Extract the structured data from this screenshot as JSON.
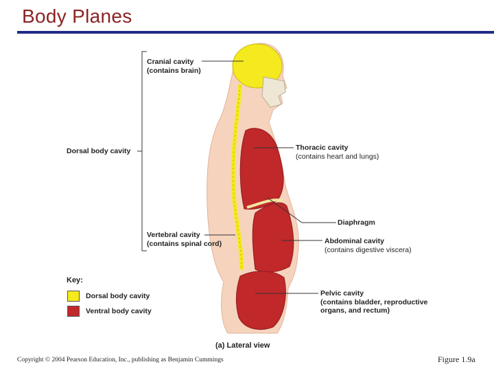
{
  "title": "Body Planes",
  "labels": {
    "cranial": {
      "name": "Cranial cavity",
      "sub": "(contains brain)"
    },
    "dorsal": "Dorsal body cavity",
    "thoracic": {
      "name": "Thoracic cavity",
      "sub": "(contains heart and lungs)"
    },
    "diaphragm": "Diaphragm",
    "vertebral": {
      "name": "Vertebral cavity",
      "sub": "(contains spinal cord)"
    },
    "abdominal": {
      "name": "Abdominal cavity",
      "sub": "(contains digestive viscera)"
    },
    "pelvic": {
      "name": "Pelvic cavity",
      "sub1": "(contains bladder, reproductive",
      "sub2": "organs, and rectum)"
    }
  },
  "key": {
    "title": "Key:",
    "items": [
      {
        "label": "Dorsal body cavity",
        "color": "#f5ea1e"
      },
      {
        "label": "Ventral body cavity",
        "color": "#c0282a"
      }
    ]
  },
  "caption": "(a) Lateral view",
  "copyright": "Copyright © 2004 Pearson Education, Inc., publishing as Benjamin Cummings",
  "figure": "Figure 1.9a",
  "colors": {
    "title": "#8B2323",
    "rule": "#1f2a8a",
    "skin": "#f6d3bd",
    "dorsal": "#f5ea1e",
    "ventral": "#c0282a"
  }
}
